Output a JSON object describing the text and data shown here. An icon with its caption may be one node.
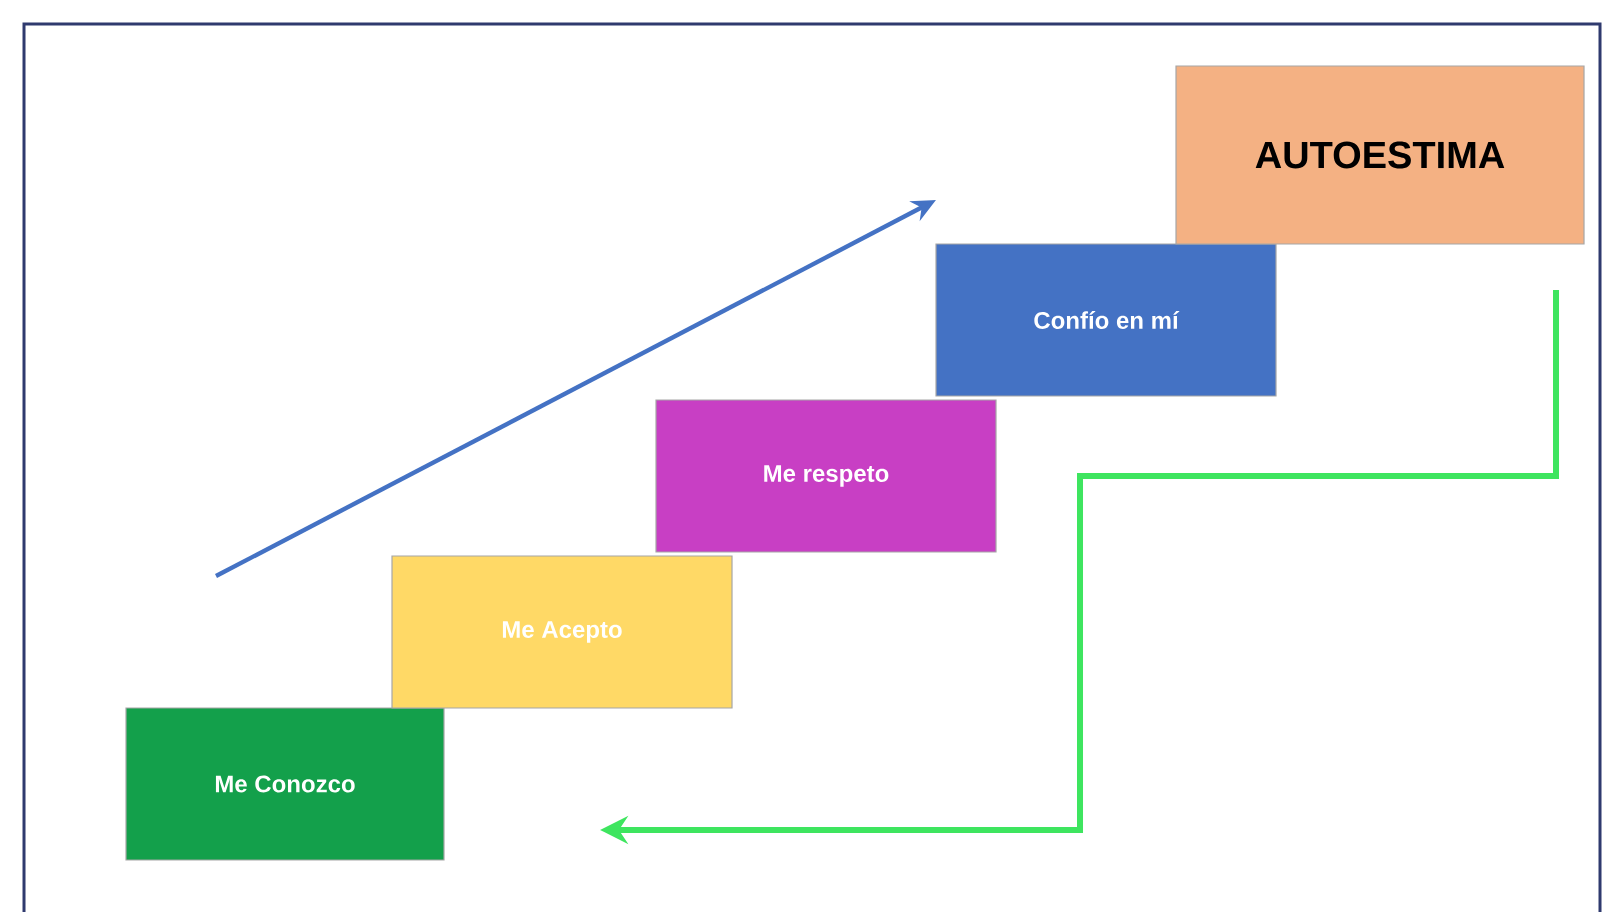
{
  "diagram": {
    "nodes": [
      {
        "text": [
          "Me Conozco"
        ]
      },
      {
        "text": [
          "Me Acepto"
        ]
      },
      {
        "text": [
          "Me respeto"
        ]
      },
      {
        "text": [
          "Confío en mí"
        ]
      },
      {
        "text": [
          "AUTOESTIMA"
        ]
      }
    ]
  }
}
